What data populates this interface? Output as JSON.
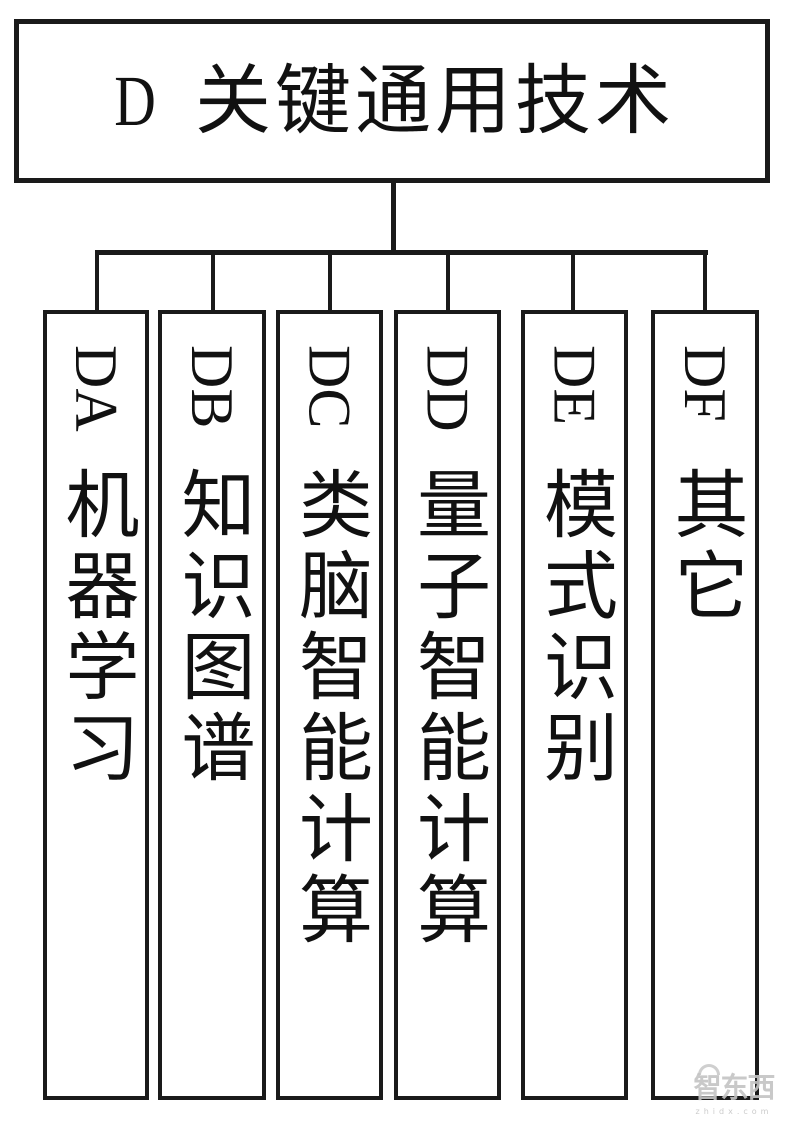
{
  "diagram": {
    "root": {
      "code": "D",
      "label": "关键通用技术"
    },
    "children": [
      {
        "code": "DA",
        "label": "机器学习"
      },
      {
        "code": "DB",
        "label": "知识图谱"
      },
      {
        "code": "DC",
        "label": "类脑智能计算"
      },
      {
        "code": "DD",
        "label": "量子智能计算"
      },
      {
        "code": "DE",
        "label": "模式识别"
      },
      {
        "code": "DF",
        "label": "其它"
      }
    ]
  },
  "watermark": {
    "icon": "wifi-arc-icon",
    "brand": "智东西",
    "url": "zhidx.com"
  },
  "colors": {
    "line": "#1a1a1a",
    "text": "#111111",
    "background": "#ffffff",
    "watermark": "#c4c4c4"
  }
}
